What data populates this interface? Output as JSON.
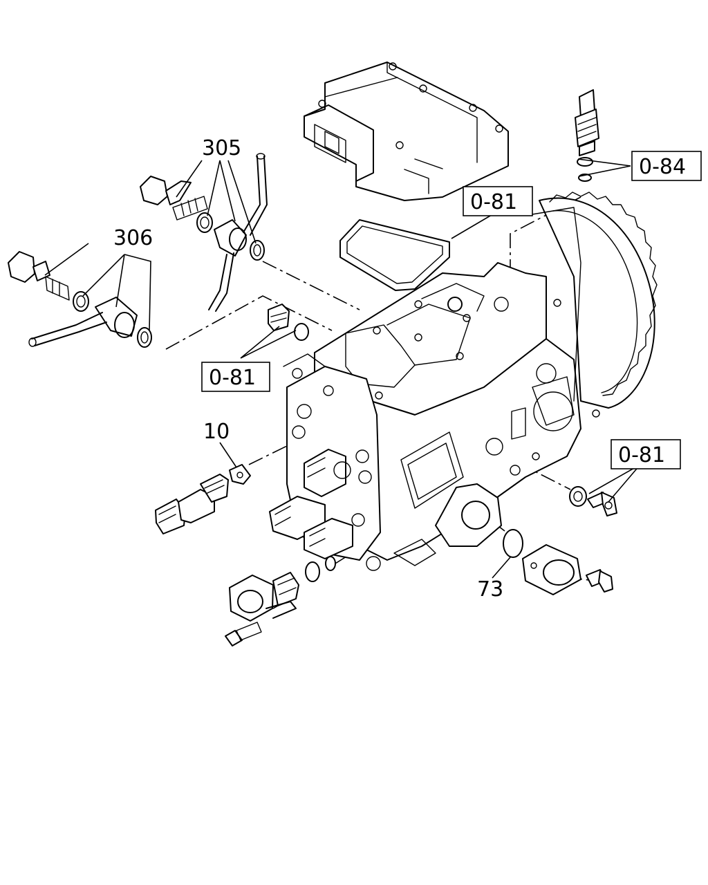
{
  "callouts": {
    "c305": "305",
    "c306": "306",
    "c10": "10",
    "c73": "73",
    "ref_084": "0-84",
    "ref_081_gasket": "0-81",
    "ref_081_plug": "0-81",
    "ref_081_bolt": "0-81"
  }
}
